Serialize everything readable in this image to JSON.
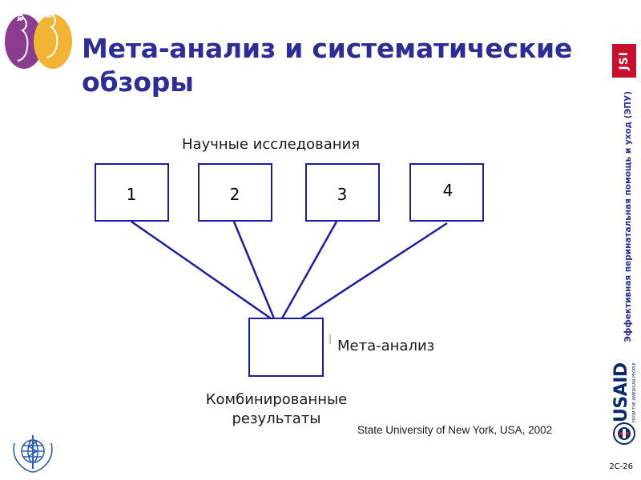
{
  "slide": {
    "title_line1": "Мета-анализ и систематические",
    "title_line2": "обзоры",
    "side_label": "Эффективная перинатальная помощь и уход (ЭПУ)",
    "page_number": "2C-26",
    "logos": {
      "jsi": "JSI",
      "usaid": "USAID",
      "usaid_tagline": "FROM THE AMERICAN PEOPLE"
    }
  },
  "diagram": {
    "heading": "Научные исследования",
    "studies": [
      "1",
      "2",
      "3",
      "4"
    ],
    "meta_label": "Мета-анализ",
    "combined_line1": "Комбинированные",
    "combined_line2": "результаты",
    "source": "State University of New York, USA, 2002"
  },
  "colors": {
    "title": "#2d2d9a",
    "box_stroke": "#1c1ca8",
    "jsi_red": "#c8102e",
    "usaid_navy": "#0a2a6b"
  }
}
